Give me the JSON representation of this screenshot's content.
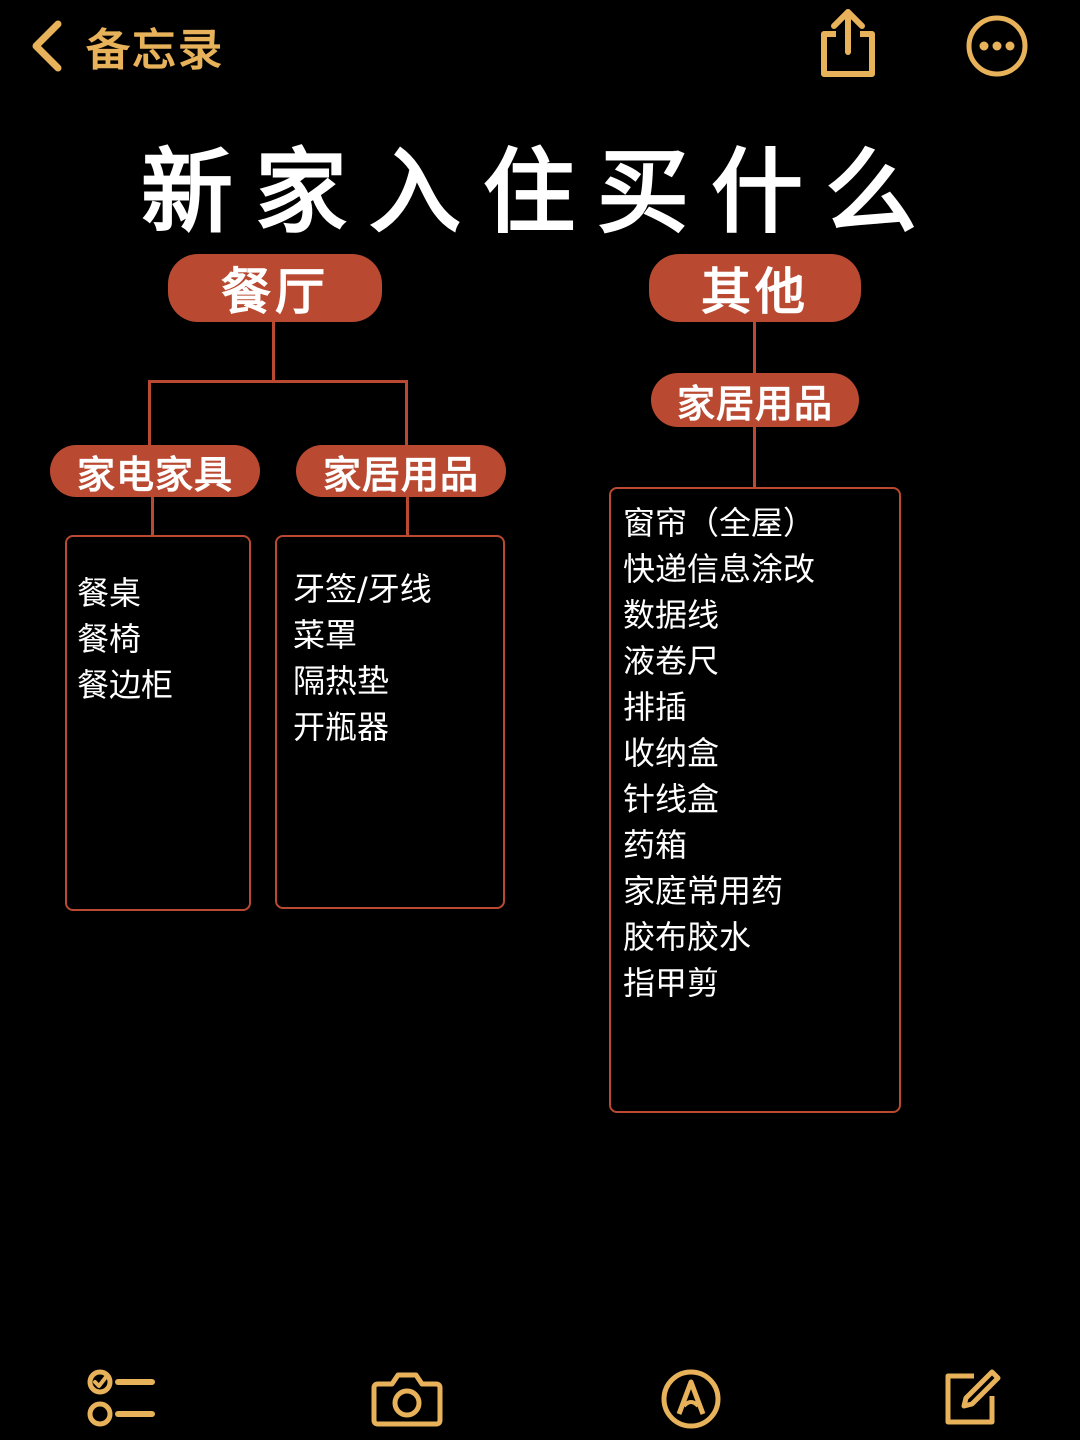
{
  "nav": {
    "back_label": "备忘录",
    "share_icon": "share-icon",
    "more_icon": "more-icon"
  },
  "note": {
    "title": "新家入住买什么",
    "left_branch": {
      "label": "餐厅",
      "children": [
        {
          "label": "家电家具",
          "items": [
            "餐桌",
            "餐椅",
            "餐边柜"
          ]
        },
        {
          "label": "家居用品",
          "items": [
            "牙签/牙线",
            "菜罩",
            "隔热垫",
            "开瓶器"
          ]
        }
      ]
    },
    "right_branch": {
      "label": "其他",
      "child_label": "家居用品",
      "items": [
        "窗帘（全屋）",
        "快递信息涂改",
        "数据线",
        "液卷尺",
        "排插",
        "收纳盒",
        "针线盒",
        "药箱",
        "家庭常用药",
        "胶布胶水",
        "指甲剪"
      ]
    }
  },
  "toolbar": {
    "icons": [
      "checklist-icon",
      "camera-icon",
      "markup-icon",
      "compose-icon"
    ]
  },
  "colors": {
    "accent": "#e7b25a",
    "pill": "#b94a31",
    "background": "#000000"
  }
}
